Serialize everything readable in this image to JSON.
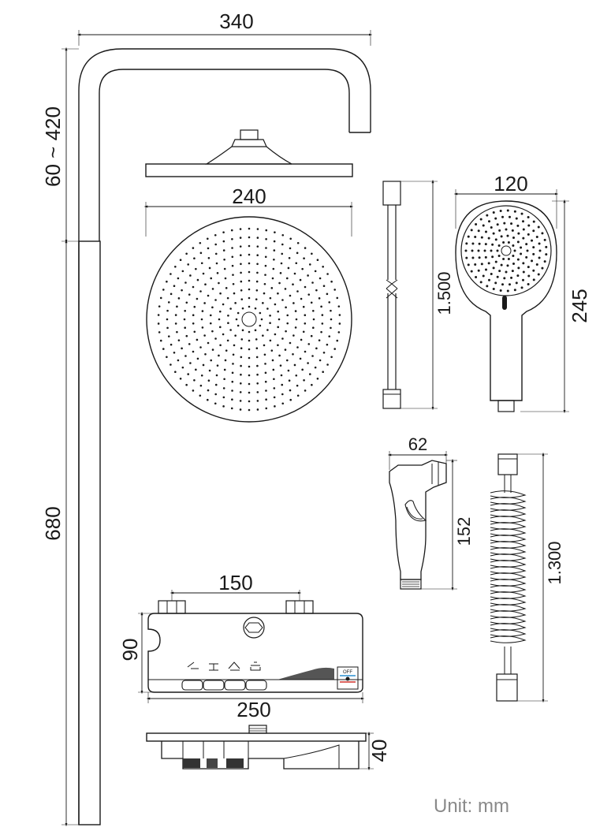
{
  "dimensions": {
    "width_total": "340",
    "height_adjust": "60 ~ 420",
    "height_pipe": "680",
    "head_diameter": "240",
    "hose_length": "1.500",
    "handheld_width": "120",
    "handheld_height": "245",
    "bidet_width": "62",
    "bidet_height": "152",
    "coil_hose_length": "1.300",
    "valve_spacing": "150",
    "panel_height": "90",
    "panel_width": "250",
    "panel_depth": "40"
  },
  "panel_labels": {
    "off": "OFF"
  },
  "unit_label": "Unit: mm",
  "colors": {
    "line": "#1a1a1a",
    "unit_text": "#8a8a8a",
    "hot_mark": "#d0302a",
    "cold_mark": "#2a8fd0"
  }
}
